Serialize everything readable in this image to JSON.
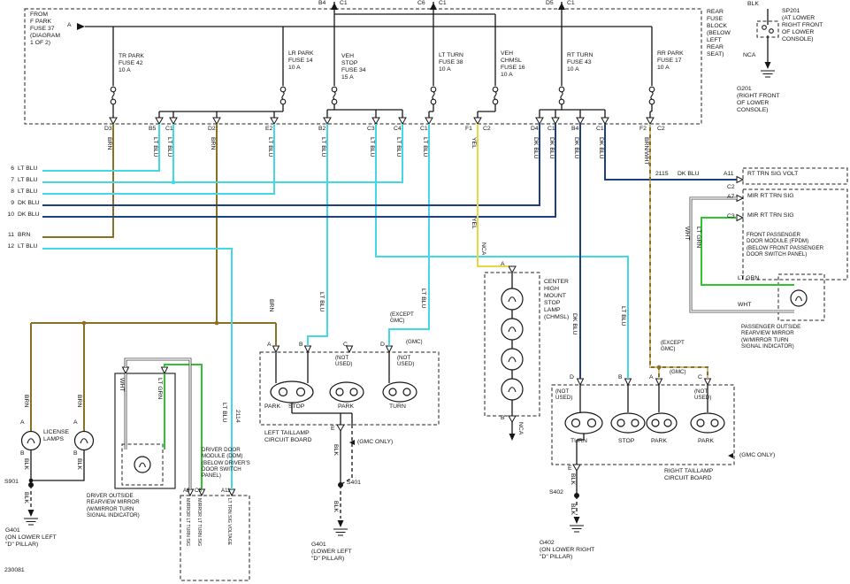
{
  "palette": {
    "brn": "#8a7020",
    "lt_blu": "#43d7e8",
    "dk_blu": "#1e4080",
    "yel": "#e3da45",
    "lt_grn": "#2fc52f",
    "wht": "#ffffff",
    "blk": "#161616"
  },
  "diagram_id": "230081",
  "fuse_block": {
    "name": "REAR\nFUSE\nBLOCK\n(BELOW\nLEFT\nREAR\nSEAT)",
    "feed": "FROM\nF PARK\nFUSE 37\n(DIAGRAM\n1 OF 2)",
    "feed_arrow": "A",
    "fuses": [
      "TR PARK\nFUSE 42\n10 A",
      "LR PARK\nFUSE 14\n10 A",
      "VEH\nSTOP\nFUSE 34\n15 A",
      "LT TURN\nFUSE 38\n10 A",
      "VEH\nCHMSL\nFUSE 16\n10 A",
      "RT TURN\nFUSE 43\n10 A",
      "RR PARK\nFUSE 17\n10 A"
    ],
    "top_pins": [
      "B4",
      "C1",
      "C6",
      "C1",
      "D5",
      "C1"
    ],
    "bottom_pins": [
      "D3",
      "B5",
      "C1",
      "D2",
      "E2",
      "B2",
      "C3",
      "C4",
      "C1",
      "F1",
      "C2",
      "D4",
      "C1",
      "B4",
      "C1",
      "F2",
      "C2"
    ]
  },
  "wire_columns": [
    "BRN",
    "LT BLU",
    "LT BLU",
    "BRN",
    "LT BLU",
    "LT BLU",
    "LT BLU",
    "LT BLU",
    "LT BLU",
    "YEL",
    "DK BLU",
    "DK BLU",
    "DK BLU",
    "DK BLU",
    "BRN/WHT"
  ],
  "left_rows": [
    {
      "n": "6",
      "c": "LT BLU"
    },
    {
      "n": "7",
      "c": "LT BLU"
    },
    {
      "n": "8",
      "c": "LT BLU"
    },
    {
      "n": "9",
      "c": "DK BLU"
    },
    {
      "n": "10",
      "c": "DK BLU"
    },
    {
      "n": "11",
      "c": "BRN"
    },
    {
      "n": "12",
      "c": "LT BLU"
    }
  ],
  "sp201": {
    "blk": "BLK",
    "label": "SP201\n(AT LOWER\nRIGHT FRONT\nOF LOWER\nCONSOLE)",
    "nca": "NCA",
    "ground": "G201\n(RIGHT FRONT\nOF LOWER\nCONSOLE)"
  },
  "fpdm": {
    "circuit": "2115",
    "color": "DK BLU",
    "pin_a11": "A11",
    "pin_c2": "C2",
    "pin_a7": "A7",
    "pin_c3": "C3",
    "sig_volt": "RT TRN SIG VOLT",
    "mir_sig_1": "MIR RT TRN SIG",
    "mir_sig_2": "MIR RT TRN SIG",
    "title": "FRONT PASSENGER\nDOOR MODULE (FPDM)\n(BELOW FRONT PASSENGER\nDOOR SWITCH PANEL)",
    "wht_v": "WHT",
    "lt_grn_v": "LT GRN",
    "lt_grn_h": "LT GRN",
    "wht_h": "WHT",
    "mirror_title": "PASSENGER OUTSIDE\nREARVIEW MIRROR\n(W/MIRROR TURN\nSIGNAL INDICATOR)"
  },
  "chmsl": {
    "yel": "YEL",
    "nca_top": "NCA",
    "pin_a": "A",
    "pin_b": "B",
    "nca_bottom": "NCA",
    "title": "CENTER\nHIGH\nMOUNT\nSTOP\nLAMP\n(CHMSL)"
  },
  "left_board": {
    "title": "LEFT TAILLAMP\nCIRCUIT BOARD",
    "pin_a": "A",
    "pin_b": "B",
    "pin_c": "C",
    "pin_d": "D",
    "pin_e": "E",
    "brn": "BRN",
    "lt_blu_1": "LT BLU",
    "lt_blu_2": "LT BLU",
    "not_used_1": "(NOT\nUSED)",
    "not_used_2": "(NOT\nUSED)",
    "lamp_park": "PARK",
    "lamp_stop": "STOP",
    "lamp_park2": "PARK",
    "lamp_turn": "TURN",
    "except_gmc": "(EXCEPT\nGMC)",
    "gmc": "(GMC)",
    "gmc_only": "(GMC ONLY)",
    "blk_1": "BLK",
    "blk_2": "BLK",
    "s401": "S401",
    "ground": "G401\n(LOWER LEFT\n\"D\" PILLAR)"
  },
  "right_board": {
    "title": "RIGHT TAILLAMP\nCIRCUIT BOARD",
    "pin_d": "D",
    "pin_b": "B",
    "pin_a": "A",
    "pin_c": "C",
    "pin_e": "E",
    "dk_blu": "DK BLU",
    "lt_blu": "LT BLU",
    "not_used_1": "(NOT\nUSED)",
    "not_used_2": "(NOT\nUSED)",
    "lamp_turn": "TURN",
    "lamp_stop": "STOP",
    "lamp_park": "PARK",
    "lamp_park2": "PARK",
    "except_gmc": "(EXCEPT\nGMC)",
    "gmc": "(GMC)",
    "gmc_only": "(GMC ONLY)",
    "blk_1": "BLK",
    "blk_2": "BLK",
    "s402": "S402",
    "ground": "G402\n(ON LOWER RIGHT\n\"D\" PILLAR)"
  },
  "license": {
    "title": "LICENSE\nLAMPS",
    "pin_a1": "A",
    "pin_a2": "A",
    "brn_1": "BRN",
    "brn_2": "BRN",
    "pin_b1": "B",
    "pin_b2": "B",
    "blk_1": "BLK",
    "blk_2": "BLK",
    "s901": "S901",
    "blk_3": "BLK",
    "ground": "G401\n(ON LOWER LEFT\n\"D\" PILLAR)"
  },
  "driver_mirror": {
    "wht": "WHT",
    "lt_grn": "LT GRN",
    "title": "DRIVER OUTSIDE\nREARVIEW MIRROR\n(W/MIRROR TURN\nSIGNAL INDICATOR)"
  },
  "ddm": {
    "title": "DRIVER DOOR\nMODULE (DDM)\n(BELOW DRIVER'S\nDOOR SWITCH\nPANEL)",
    "pin_a3": "A3",
    "pin_c3": "C3",
    "pin_a11": "A11",
    "fn_1": "MIRROR LT TURN SIG",
    "fn_2": "MIRROR LT TURN SIG",
    "fn_3": "LT TRN SIG VOLTAGE",
    "circuit": "2114",
    "color": "LT BLU"
  }
}
